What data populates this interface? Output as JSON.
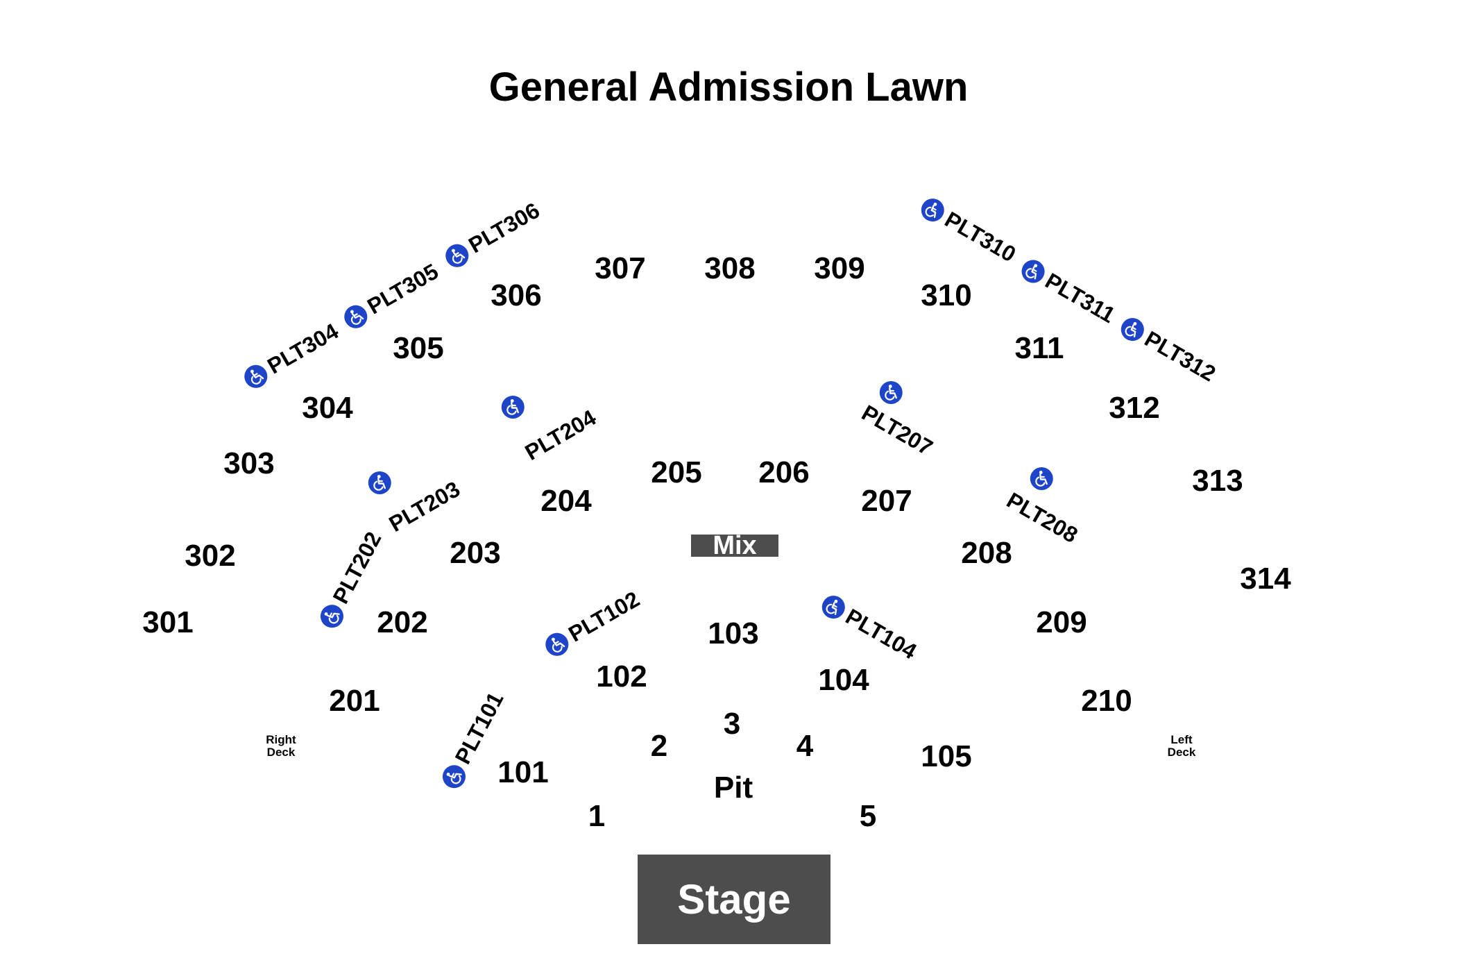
{
  "title": "General Admission Lawn",
  "colors": {
    "block_bg": "#4d4d4d",
    "accessible_icon": "#1e44c8",
    "text": "#000000"
  },
  "sections": {
    "s1": "1",
    "s2": "2",
    "s3": "3",
    "s4": "4",
    "s5": "5",
    "pit": "Pit",
    "s101": "101",
    "s102": "102",
    "s103": "103",
    "s104": "104",
    "s105": "105",
    "s201": "201",
    "s202": "202",
    "s203": "203",
    "s204": "204",
    "s205": "205",
    "s206": "206",
    "s207": "207",
    "s208": "208",
    "s209": "209",
    "s210": "210",
    "s301": "301",
    "s302": "302",
    "s303": "303",
    "s304": "304",
    "s305": "305",
    "s306": "306",
    "s307": "307",
    "s308": "308",
    "s309": "309",
    "s310": "310",
    "s311": "311",
    "s312": "312",
    "s313": "313",
    "s314": "314"
  },
  "decks": {
    "right": {
      "line1": "Right",
      "line2": "Deck"
    },
    "left": {
      "line1": "Left",
      "line2": "Deck"
    }
  },
  "platforms": {
    "plt101": "PLT101",
    "plt102": "PLT102",
    "plt104": "PLT104",
    "plt202": "PLT202",
    "plt203": "PLT203",
    "plt204": "PLT204",
    "plt207": "PLT207",
    "plt208": "PLT208",
    "plt304": "PLT304",
    "plt305": "PLT305",
    "plt306": "PLT306",
    "plt310": "PLT310",
    "plt311": "PLT311",
    "plt312": "PLT312"
  },
  "accessible_icon": "wheelchair-icon",
  "mix": "Mix",
  "stage": "Stage"
}
